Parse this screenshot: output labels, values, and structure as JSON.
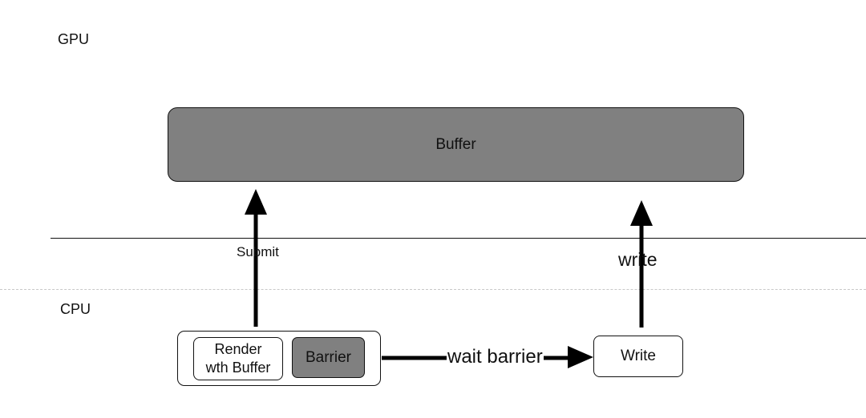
{
  "labels": {
    "gpu": "GPU",
    "cpu": "CPU"
  },
  "boxes": {
    "buffer": "Buffer",
    "render_line1": "Render",
    "render_line2": "wth Buffer",
    "barrier": "Barrier",
    "write": "Write"
  },
  "arrows": {
    "submit": "Submit",
    "write": "write",
    "wait_barrier": "wait barrier"
  },
  "colors": {
    "box_fill_dark": "#808080",
    "line": "#111111",
    "dashed_line": "#c8c8c8"
  }
}
